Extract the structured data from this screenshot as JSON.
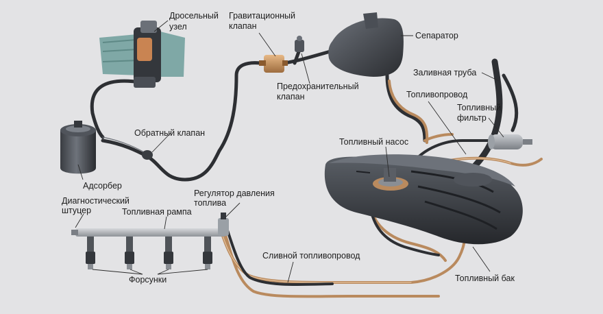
{
  "colors": {
    "background": "#e3e3e5",
    "component_dark": "#34373c",
    "hose": "#2d2f33",
    "copper_line": "#b98a5e",
    "throttle_body_teal": "#7fa8a6",
    "label_text": "#1c1c1c"
  },
  "labels": {
    "throttle_body": [
      "Дросельный",
      "узел"
    ],
    "gravity_valve": [
      "Гравитационный",
      "клапан"
    ],
    "separator": "Сепаратор",
    "filler_pipe": "Заливная труба",
    "safety_valve": [
      "Предохранительный",
      "клапан"
    ],
    "fuel_line": "Топливопровод",
    "fuel_filter": [
      "Топливный",
      "фильтр"
    ],
    "check_valve": "Обратный клапан",
    "fuel_pump": "Топливный насос",
    "adsorber": "Адсорбер",
    "pressure_regulator": [
      "Регулятор давления",
      "топлива"
    ],
    "diagnostic_fitting": [
      "Диагностический",
      "штуцер"
    ],
    "fuel_rail": "Топливная рампа",
    "return_line": "Сливной топливопровод",
    "injectors": "Форсунки",
    "fuel_tank": "Топливный бак"
  }
}
